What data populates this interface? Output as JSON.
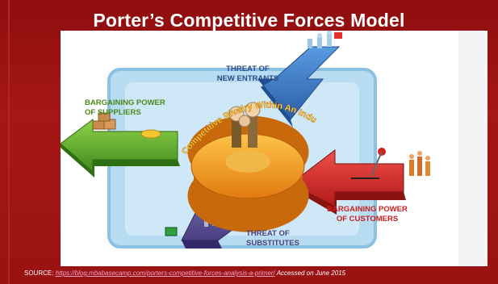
{
  "slide": {
    "title": "Porter’s Competitive Forces Model",
    "source_label": "SOURCE: ",
    "source_url": "https://blog.mbabasecamp.com/porters-competitive-forces-analysis-a-primer/",
    "source_accessed": " Accessed on June 2015"
  },
  "diagram": {
    "center_label": "Competitive Rivalry Within An Industry",
    "forces": [
      {
        "line1": "THREAT OF",
        "line2": "NEW ENTRANTS",
        "color": "#3c78c8"
      },
      {
        "line1": "BARGAINING POWER",
        "line2": "OF SUPPLIERS",
        "color": "#5aa02a"
      },
      {
        "line1": "BARGAINING POWER",
        "line2": "OF CUSTOMERS",
        "color": "#d9282a"
      },
      {
        "line1": "THREAT OF",
        "line2": "SUBSTITUTES",
        "color": "#6a5fa0"
      }
    ],
    "colors": {
      "center": "#f29a1a",
      "background_panel": "#a9d3ee"
    }
  }
}
